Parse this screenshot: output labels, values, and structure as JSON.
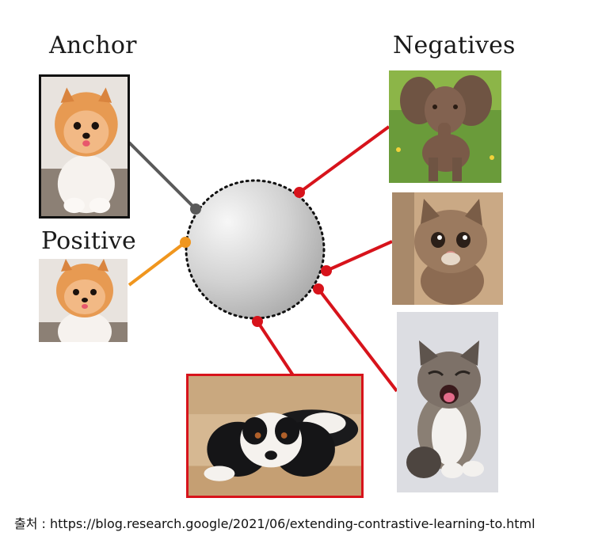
{
  "labels": {
    "anchor": "Anchor",
    "positive": "Positive",
    "negatives": "Negatives"
  },
  "source": "출처 : https://blog.research.google/2021/06/extending-contrastive-learning-to.html",
  "colors": {
    "anchor_line": "#5a5a5a",
    "positive_line": "#f0961e",
    "negative_line": "#d7131b",
    "frame_black": "#111111",
    "frame_red": "#d7131b"
  },
  "images": {
    "anchor": "pomeranian-puppy",
    "positive": "pomeranian-puppy",
    "negative_1": "baby-elephant",
    "negative_2": "fluffy-kitten",
    "negative_3": "tabby-kitten-yawning",
    "negative_4": "cavalier-spaniel-puppy"
  }
}
